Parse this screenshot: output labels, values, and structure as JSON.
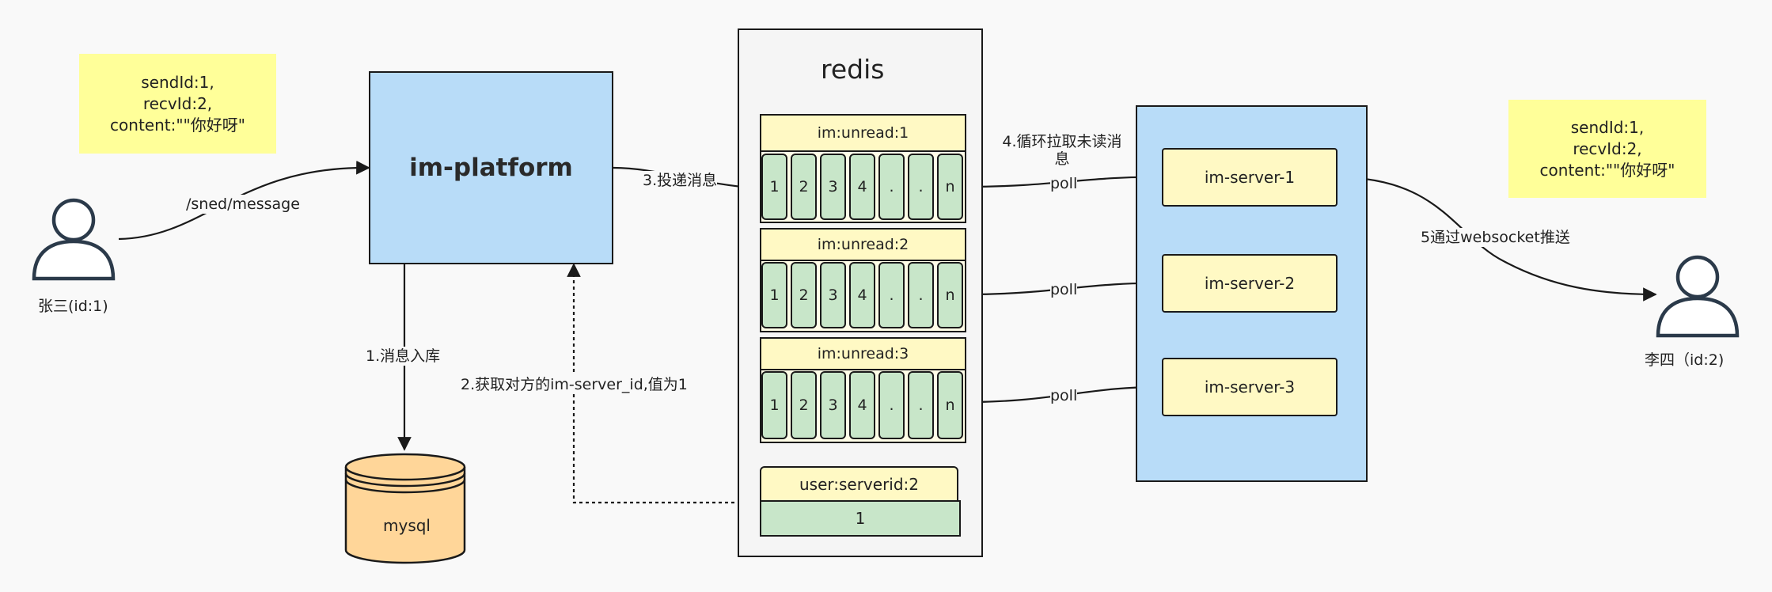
{
  "sender": {
    "label": "张三(id:1)"
  },
  "receiver": {
    "label": "李四（id:2)"
  },
  "note_left": {
    "text": "sendId:1,\nrecvId:2,\ncontent:\"\"你好呀\""
  },
  "note_right": {
    "text": "sendId:1,\nrecvId:2,\ncontent:\"\"你好呀\""
  },
  "platform": {
    "title": "im-platform"
  },
  "mysql": {
    "label": "mysql"
  },
  "redis": {
    "title": "redis",
    "queues": [
      {
        "name": "im:unread:1",
        "cells": [
          "1",
          "2",
          "3",
          "4",
          ".",
          ".",
          "n"
        ]
      },
      {
        "name": "im:unread:2",
        "cells": [
          "1",
          "2",
          "3",
          "4",
          ".",
          ".",
          "n"
        ]
      },
      {
        "name": "im:unread:3",
        "cells": [
          "1",
          "2",
          "3",
          "4",
          ".",
          ".",
          "n"
        ]
      }
    ],
    "server_map": {
      "key": "user:serverid:2",
      "value": "1"
    }
  },
  "servers": [
    "im-server-1",
    "im-server-2",
    "im-server-3"
  ],
  "edges": {
    "send": "/sned/message",
    "store": "1.消息入库",
    "get_server": "2.获取对方的im-server_id,值为1",
    "deliver": "3.投递消息",
    "loop_pull": "4.循环拉取未读消\n息",
    "poll": "poll",
    "push": "5通过websocket推送"
  }
}
